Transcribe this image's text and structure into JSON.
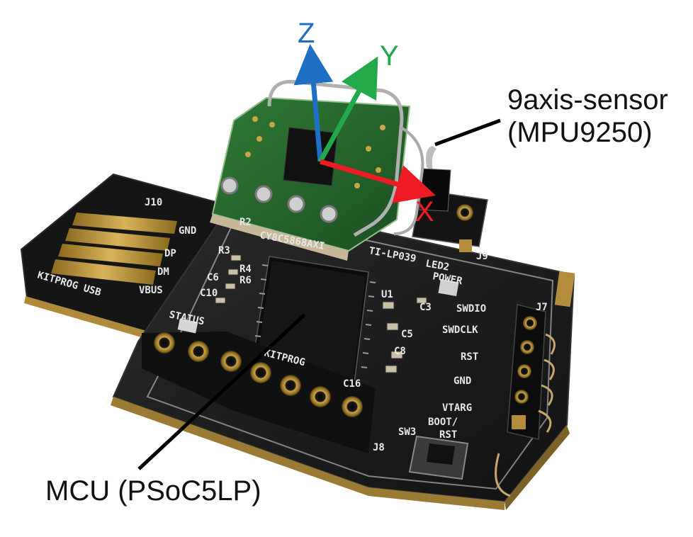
{
  "callouts": {
    "sensor_line1": "9axis-sensor",
    "sensor_line2": "(MPU9250)",
    "mcu": "MCU (PSoC5LP)"
  },
  "axes": {
    "z": "Z",
    "y": "Y",
    "x": "X",
    "colors": {
      "z": "#1f6fc4",
      "y": "#22a94a",
      "x": "#ee1b24"
    }
  },
  "board": {
    "usb_connector": "J10",
    "usb_pins": [
      "GND",
      "DP",
      "DM",
      "VBUS"
    ],
    "usb_caption": "KITPROG USB",
    "chip_marking": "CY8C5868AXI",
    "status": "STATUS",
    "kitprog": "KITPROG",
    "power": "POWER",
    "led2": "LED2",
    "part_code": "TI-LP039",
    "j9": "J9",
    "j7": "J7",
    "j8": "J8",
    "header_pins": [
      "SWDIO",
      "SWDCLK",
      "RST",
      "GND",
      "VTARG"
    ],
    "boot": "BOOT/",
    "rst": "RST",
    "sw3": "SW3",
    "components": [
      "R2",
      "R3",
      "R4",
      "R6",
      "C6",
      "C10",
      "U1",
      "C3",
      "C5",
      "C8",
      "C16"
    ]
  }
}
